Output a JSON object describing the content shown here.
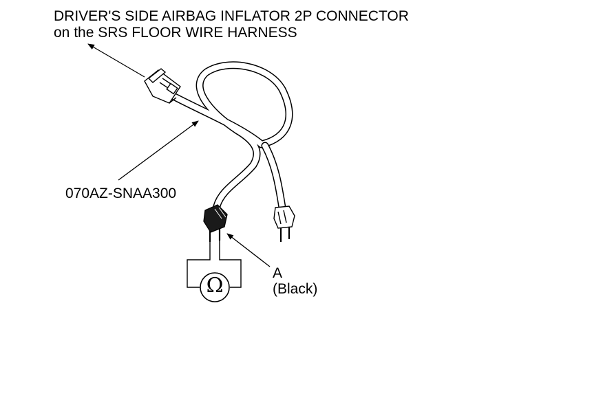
{
  "title": {
    "line1": "DRIVER'S SIDE AIRBAG INFLATOR 2P CONNECTOR",
    "line2": "on the SRS FLOOR WIRE HARNESS"
  },
  "part_number": "070AZ-SNAA300",
  "connector_a": {
    "letter": "A",
    "color": "(Black)"
  },
  "meter": {
    "symbol": "Ω",
    "icon": "ohmmeter-icon"
  },
  "colors": {
    "line": "#000000",
    "background": "#ffffff",
    "connector_black": "#1a1a1a"
  }
}
